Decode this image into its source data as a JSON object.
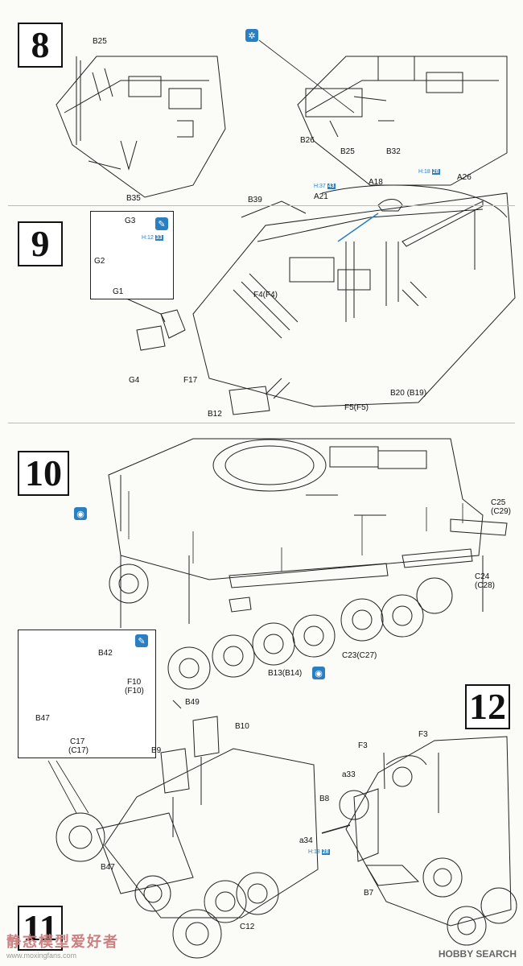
{
  "steps": {
    "s8": "8",
    "s9": "9",
    "s10": "10",
    "s11": "11",
    "s12": "12"
  },
  "labels": {
    "step8": [
      "B25",
      "B26",
      "B25",
      "B32",
      "B35"
    ],
    "step9": [
      "G3",
      "G2",
      "G1",
      "G4",
      "F17",
      "B39",
      "A21",
      "A18",
      "A26",
      "F4(F4)",
      "B12",
      "F5(F5)",
      "B20 (B19)"
    ],
    "step10": [
      "C25",
      "(C29)",
      "C24",
      "(C28)",
      "C23(C27)",
      "B13(B14)"
    ],
    "step11": [
      "B42",
      "F10",
      "(F10)",
      "B47",
      "C17",
      "(C17)",
      "B49",
      "B10",
      "B9",
      "B47",
      "C12"
    ],
    "step12": [
      "F3",
      "F3",
      "a33",
      "B8",
      "a34",
      "B7"
    ]
  },
  "color_refs": {
    "r1_prefix": "H:12",
    "r1_num": "33",
    "r2_prefix": "H:37",
    "r2_num": "43",
    "r3_prefix": "H:18",
    "r3_num": "28",
    "r4_prefix": "H:18",
    "r4_num": "28"
  },
  "icons": {
    "cement": "cement-icon",
    "paint": "paint-icon",
    "both_sides": "both-sides-icon"
  },
  "colors": {
    "accent_blue": "#2a7fc1",
    "line": "#222222"
  },
  "footer": {
    "watermark_cn": "静态模型爱好者",
    "watermark_url": "www.moxingfans.com",
    "brand": "HOBBY SEARCH"
  }
}
